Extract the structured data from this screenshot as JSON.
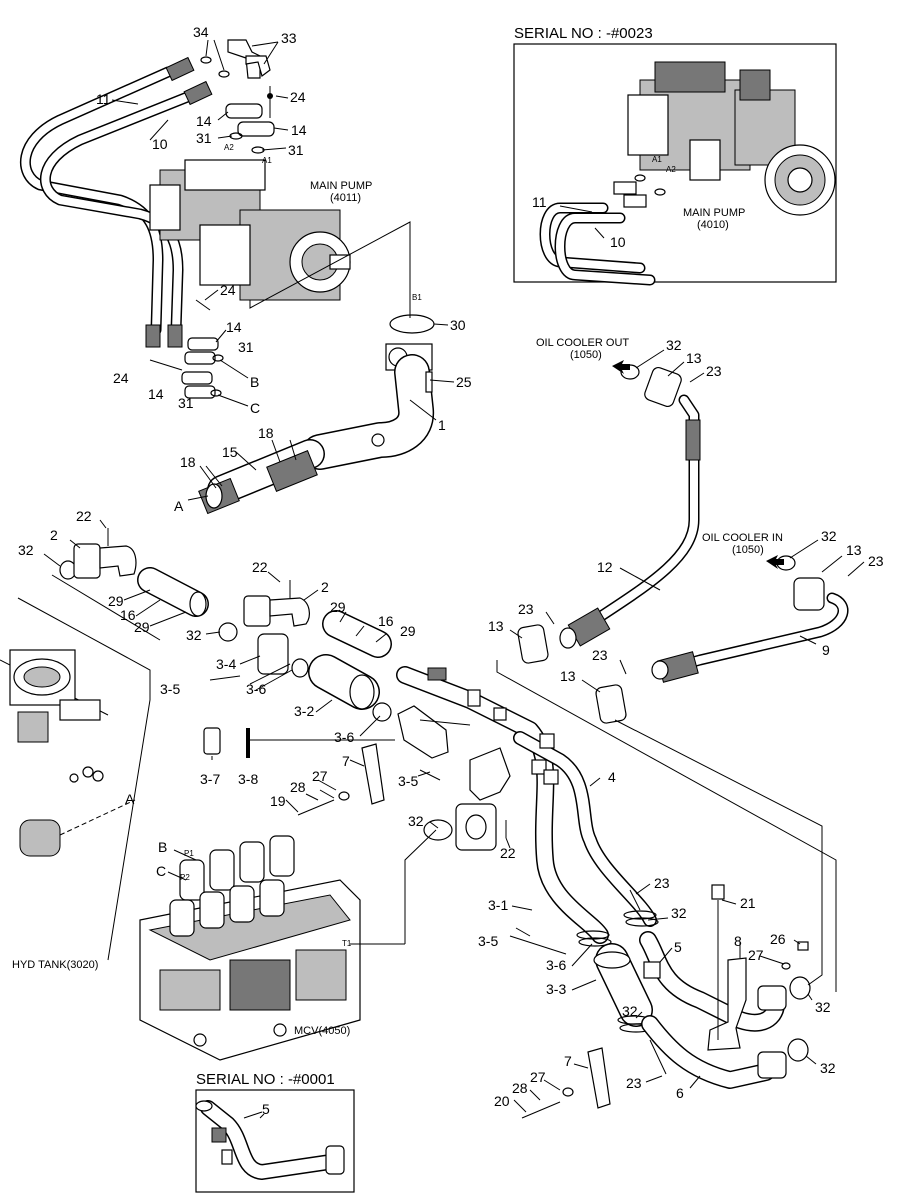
{
  "titles": {
    "serial_top": "SERIAL NO : -#0023",
    "serial_bottom": "SERIAL NO : -#0001"
  },
  "components": {
    "main_pump_4011": [
      "MAIN PUMP",
      "(4011)"
    ],
    "main_pump_4010": [
      "MAIN PUMP",
      "(4010)"
    ],
    "oil_cooler_out": [
      "OIL COOLER OUT",
      "(1050)"
    ],
    "oil_cooler_in": [
      "OIL COOLER IN",
      "(1050)"
    ],
    "hyd_tank": "HYD TANK(3020)",
    "mcv": "MCV(4050)"
  },
  "port_labels": {
    "a1": "A1",
    "a2": "A2",
    "b1": "B1",
    "p1": "P1",
    "p2": "P2",
    "t1": "T1"
  },
  "callouts": [
    {
      "id": "c34",
      "text": "34"
    },
    {
      "id": "c33",
      "text": "33"
    },
    {
      "id": "c11a",
      "text": "11"
    },
    {
      "id": "c10a",
      "text": "10"
    },
    {
      "id": "c24a",
      "text": "24"
    },
    {
      "id": "c14a",
      "text": "14"
    },
    {
      "id": "c14b",
      "text": "14"
    },
    {
      "id": "c31a",
      "text": "31"
    },
    {
      "id": "c31b",
      "text": "31"
    },
    {
      "id": "c24b",
      "text": "24"
    },
    {
      "id": "c14c",
      "text": "14"
    },
    {
      "id": "c31c",
      "text": "31"
    },
    {
      "id": "c24c",
      "text": "24"
    },
    {
      "id": "cB1",
      "text": "B"
    },
    {
      "id": "c14d",
      "text": "14"
    },
    {
      "id": "c31d",
      "text": "31"
    },
    {
      "id": "cC1",
      "text": "C"
    },
    {
      "id": "c30",
      "text": "30"
    },
    {
      "id": "c25",
      "text": "25"
    },
    {
      "id": "c1",
      "text": "1"
    },
    {
      "id": "c18a",
      "text": "18"
    },
    {
      "id": "c15",
      "text": "15"
    },
    {
      "id": "c18b",
      "text": "18"
    },
    {
      "id": "cA1",
      "text": "A"
    },
    {
      "id": "c11b",
      "text": "11"
    },
    {
      "id": "c10b",
      "text": "10"
    },
    {
      "id": "c32a",
      "text": "32"
    },
    {
      "id": "c13a",
      "text": "13"
    },
    {
      "id": "c23a",
      "text": "23"
    },
    {
      "id": "c12",
      "text": "12"
    },
    {
      "id": "c32b",
      "text": "32"
    },
    {
      "id": "c13b",
      "text": "13"
    },
    {
      "id": "c23b",
      "text": "23"
    },
    {
      "id": "c9",
      "text": "9"
    },
    {
      "id": "c23c",
      "text": "23"
    },
    {
      "id": "c13c",
      "text": "13"
    },
    {
      "id": "c23d",
      "text": "23"
    },
    {
      "id": "c13d",
      "text": "13"
    },
    {
      "id": "c22a",
      "text": "22"
    },
    {
      "id": "c2a",
      "text": "2"
    },
    {
      "id": "c32c",
      "text": "32"
    },
    {
      "id": "c22b",
      "text": "22"
    },
    {
      "id": "c2b",
      "text": "2"
    },
    {
      "id": "c29a",
      "text": "29"
    },
    {
      "id": "c16a",
      "text": "16"
    },
    {
      "id": "c29b",
      "text": "29"
    },
    {
      "id": "c32d",
      "text": "32"
    },
    {
      "id": "c29c",
      "text": "29"
    },
    {
      "id": "c16b",
      "text": "16"
    },
    {
      "id": "c29d",
      "text": "29"
    },
    {
      "id": "c3_4",
      "text": "3-4"
    },
    {
      "id": "c3_5a",
      "text": "3-5"
    },
    {
      "id": "c3_6a",
      "text": "3-6"
    },
    {
      "id": "c3_2",
      "text": "3-2"
    },
    {
      "id": "c3_6b",
      "text": "3-6"
    },
    {
      "id": "c3_7",
      "text": "3-7"
    },
    {
      "id": "c3_8",
      "text": "3-8"
    },
    {
      "id": "c7a",
      "text": "7"
    },
    {
      "id": "c27a",
      "text": "27"
    },
    {
      "id": "c28a",
      "text": "28"
    },
    {
      "id": "c19",
      "text": "19"
    },
    {
      "id": "c3_5b",
      "text": "3-5"
    },
    {
      "id": "c4",
      "text": "4"
    },
    {
      "id": "cA2",
      "text": "A"
    },
    {
      "id": "c32e",
      "text": "32"
    },
    {
      "id": "c22c",
      "text": "22"
    },
    {
      "id": "cB2",
      "text": "B"
    },
    {
      "id": "cC2",
      "text": "C"
    },
    {
      "id": "c23e",
      "text": "23"
    },
    {
      "id": "c21",
      "text": "21"
    },
    {
      "id": "c3_1",
      "text": "3-1"
    },
    {
      "id": "c32f",
      "text": "32"
    },
    {
      "id": "c3_5c",
      "text": "3-5"
    },
    {
      "id": "c8",
      "text": "8"
    },
    {
      "id": "c26",
      "text": "26"
    },
    {
      "id": "c5a",
      "text": "5"
    },
    {
      "id": "c27b",
      "text": "27"
    },
    {
      "id": "c3_6c",
      "text": "3-6"
    },
    {
      "id": "c32g",
      "text": "32"
    },
    {
      "id": "c3_3",
      "text": "3-3"
    },
    {
      "id": "c32h",
      "text": "32"
    },
    {
      "id": "c32i",
      "text": "32"
    },
    {
      "id": "c7b",
      "text": "7"
    },
    {
      "id": "c27c",
      "text": "27"
    },
    {
      "id": "c28b",
      "text": "28"
    },
    {
      "id": "c23f",
      "text": "23"
    },
    {
      "id": "c20",
      "text": "20"
    },
    {
      "id": "c6",
      "text": "6"
    },
    {
      "id": "c5b",
      "text": "5"
    }
  ]
}
